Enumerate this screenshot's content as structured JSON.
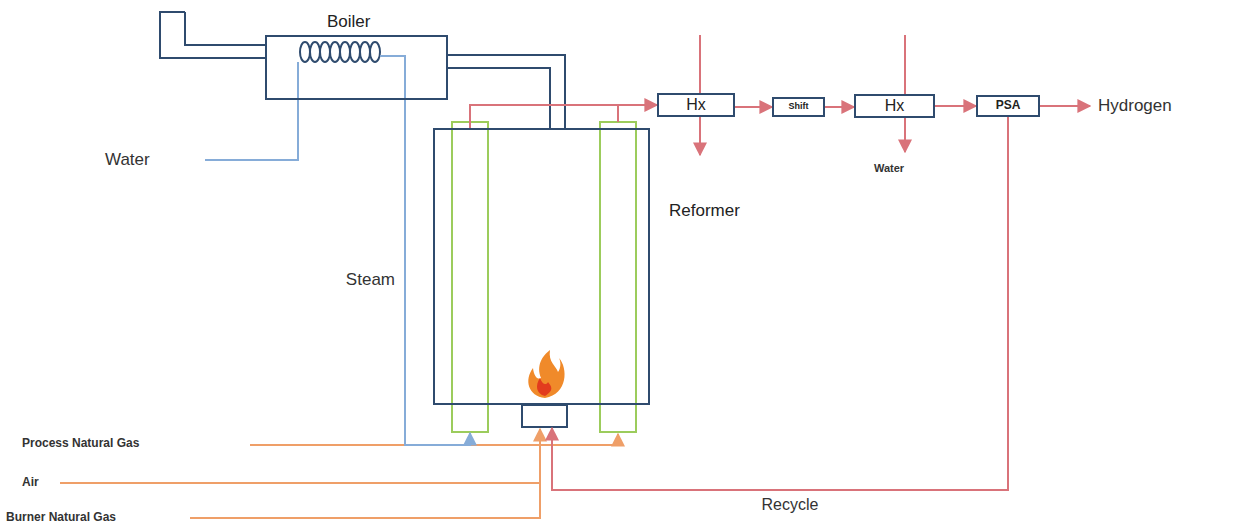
{
  "diagram": {
    "nodes": [
      {
        "text": [
          "Boiler"
        ]
      },
      {
        "text": [
          "Reformer"
        ]
      },
      {
        "text": [
          "Hx"
        ]
      },
      {
        "text": [
          "Shift"
        ]
      },
      {
        "text": [
          "Hx"
        ]
      },
      {
        "text": [
          "PSA"
        ]
      }
    ],
    "edges": [
      {
        "from": 1,
        "to": 0,
        "arrow": "none"
      },
      {
        "from": 0,
        "to": 1,
        "arrow": "to",
        "label": "Steam"
      },
      {
        "from": 1,
        "to": 2,
        "arrow": "to"
      },
      {
        "from": 2,
        "to": 3,
        "arrow": "to"
      },
      {
        "from": 3,
        "to": 4,
        "arrow": "to"
      },
      {
        "from": 4,
        "to": 5,
        "arrow": "to"
      },
      {
        "from": 5,
        "to": 1,
        "arrow": "to",
        "label": "Recycle"
      }
    ],
    "labels": [
      "Water",
      "Hydrogen",
      "Water",
      "Process Natural Gas",
      "Air",
      "Burner Natural Gas"
    ]
  }
}
